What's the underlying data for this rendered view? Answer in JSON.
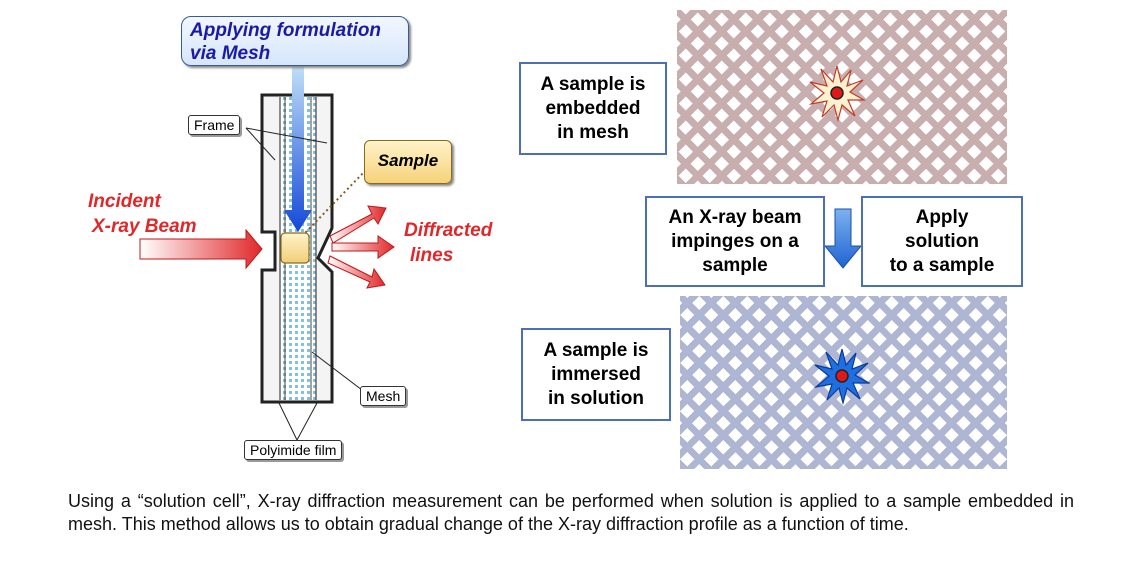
{
  "cell": {
    "formulation_label": "Applying formulation via Mesh",
    "frame_label": "Frame",
    "sample_label": "Sample",
    "incident_label_line1": "Incident",
    "incident_label_line2": "X-ray Beam",
    "diffracted_label_line1": "Diffracted",
    "diffracted_label_line2": "lines",
    "mesh_label": "Mesh",
    "film_label": "Polyimide film"
  },
  "process": {
    "embedded": [
      "A sample is",
      "embedded",
      "in mesh"
    ],
    "beam": [
      "An X-ray beam",
      "impinges on a",
      "sample"
    ],
    "apply": [
      "Apply",
      "solution",
      "to a sample"
    ],
    "immersed": [
      "A sample is",
      "immersed",
      "in solution"
    ]
  },
  "colors": {
    "mesh_dry": "#c9aeb0",
    "mesh_wet": "#aeb6d4",
    "beam_red": "#e0282a",
    "down_arrow_blue": "#2a6fd6",
    "box_border": "#4d6fb5"
  },
  "caption": "Using a “solution cell”, X-ray diffraction measurement can be performed when solution is applied to a sample embedded in mesh. This method allows us to obtain gradual change of the X-ray diffraction profile as a function of time."
}
